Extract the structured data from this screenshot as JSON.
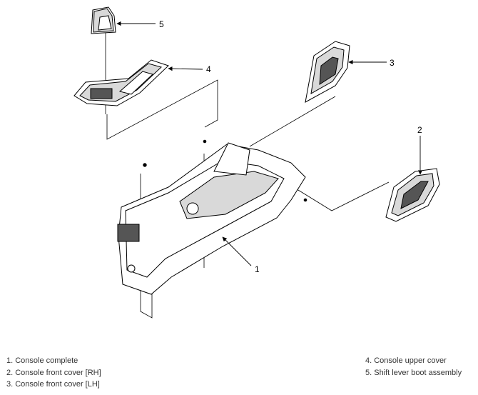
{
  "callouts": {
    "c1": "1",
    "c2": "2",
    "c3": "3",
    "c4": "4",
    "c5": "5"
  },
  "legend": {
    "left": [
      "1. Console complete",
      "2. Console front cover [RH]",
      "3. Console front cover [LH]"
    ],
    "right": [
      "4. Console upper cover",
      "5. Shift lever boot assembly"
    ]
  },
  "colors": {
    "line": "#000000",
    "part_fill": "#ffffff",
    "shade": "#d9d9d9",
    "dark": "#555555"
  }
}
